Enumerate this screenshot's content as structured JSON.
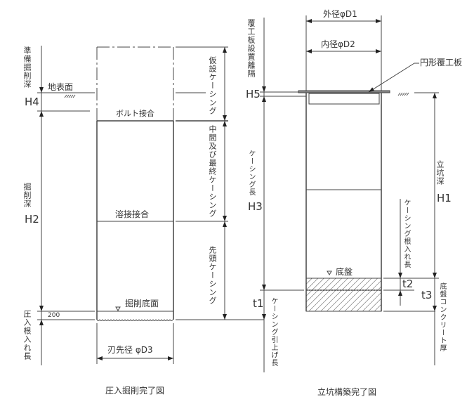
{
  "left_figure": {
    "caption": "圧入掘削完了図",
    "labels": {
      "prep_depth": "準備掘削深",
      "h4": "H4",
      "ground": "地表面",
      "excavation_depth": "掘削深",
      "h2": "H2",
      "press_embed": "圧入根入れ長",
      "dim_200": "200",
      "bolt_joint": "ボルト接合",
      "weld_joint": "溶接接合",
      "excavation_bottom": "掘削底面",
      "temp_casing": "仮設ケーシング",
      "mid_final_casing": "中間及び最終ケーシング",
      "head_casing": "先頭ケーシング",
      "cutter_dia": "刃先径 φD3"
    }
  },
  "right_figure": {
    "caption": "立坑構築完了図",
    "labels": {
      "outer_dia": "外径φD1",
      "inner_dia": "内径φD2",
      "round_cover": "円形覆工板",
      "cover_gap": "覆工板設置離隔",
      "h5": "H5",
      "casing_length": "ケーシング長",
      "h3": "H3",
      "shaft_depth": "立坑深",
      "h1": "H1",
      "casing_embed": "ケーシング根入れ長",
      "base": "底盤",
      "t1": "t1",
      "t2": "t2",
      "t3": "t3",
      "casing_pullup": "ケーシング引上げ長",
      "base_concrete": "底盤コンクリート厚"
    }
  }
}
